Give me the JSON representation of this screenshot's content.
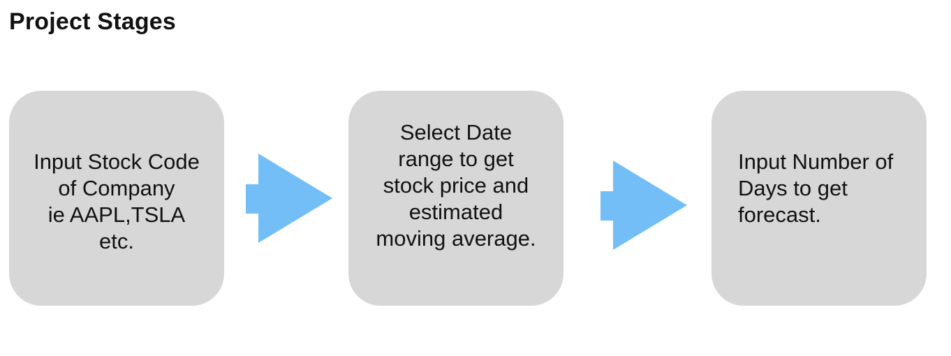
{
  "title": "Project Stages",
  "stages": [
    {
      "text": "Input Stock Code\nof Company\nie AAPL,TSLA\netc."
    },
    {
      "text": "Select Date\nrange to get\nstock price and\nestimated\nmoving average."
    },
    {
      "text": "Input Number of\nDays to get\nforecast."
    }
  ],
  "colors": {
    "stage_fill": "#d7d7d7",
    "arrow_fill": "#74bef7",
    "text": "#111111"
  },
  "icons": [
    "arrow-right-icon",
    "arrow-right-icon"
  ]
}
